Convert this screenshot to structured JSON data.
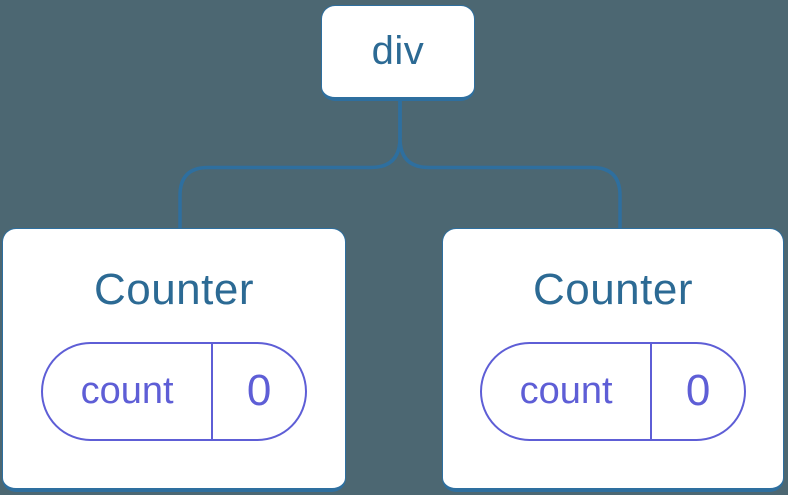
{
  "colors": {
    "background": "#4C6772",
    "node_fill": "#FFFFFF",
    "tree_blue": "#2E6F9F",
    "label_blue": "#2C6A94",
    "state_purple": "#5E5ED6"
  },
  "tree": {
    "root": {
      "label": "div"
    },
    "children": [
      {
        "name": "Counter",
        "state": {
          "key": "count",
          "value": "0"
        }
      },
      {
        "name": "Counter",
        "state": {
          "key": "count",
          "value": "0"
        }
      }
    ]
  }
}
